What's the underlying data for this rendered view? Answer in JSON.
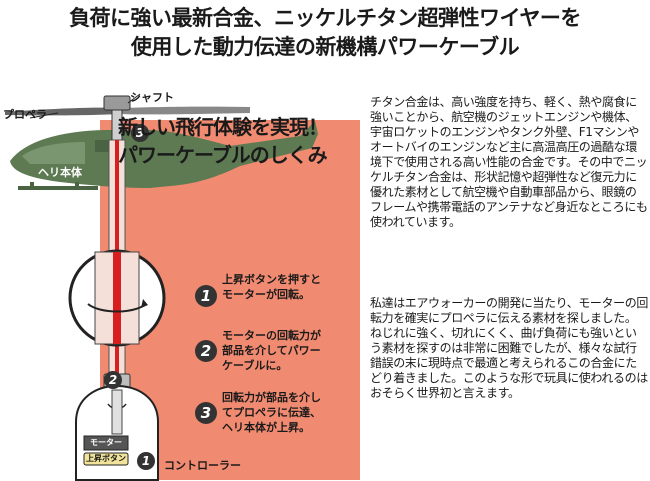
{
  "headline": {
    "line1": "負荷に強い最新合金、ニッケルチタン超弾性ワイヤーを",
    "line2": "使用した動力伝達の新機構パワーケーブル"
  },
  "diagram": {
    "labels": {
      "propeller": "プロペラ",
      "shaft": "シャフト",
      "body": "ヘリ本体",
      "motor": "モーター",
      "up_button": "上昇ボタン",
      "controller": "コントローラー"
    },
    "banner": {
      "line1": "新しい飛行体験を実現！",
      "line2": "パワーケーブルのしくみ"
    },
    "steps": [
      {
        "number": "1",
        "text": "上昇ボタンを押すと\nモーターが回転。"
      },
      {
        "number": "2",
        "text": "モーターの回転力が\n部品を介してパワー\nケーブルに。"
      },
      {
        "number": "3",
        "text": "回転力が部品を介し\nてプロペラに伝達、\nヘリ本体が上昇。"
      }
    ],
    "colors": {
      "salmon": "#f08a70",
      "helicopter": "#5d7a52",
      "cable_red": "#d81e1e",
      "dark": "#333333"
    },
    "icons": [
      "helicopter-illustration",
      "rotation-arrow-icon",
      "motor-icon",
      "controller-icon"
    ]
  },
  "paragraphs": {
    "p1": "チタン合金は、高い強度を持ち、軽く、熱や腐食に強いことから、航空機のジェットエンジンや機体、宇宙ロケットのエンジンやタンク外壁、F1マシンやオートバイのエンジンなど主に高温高圧の過酷な環境下で使用される高い性能の合金です。その中でニッケルチタン合金は、形状記憶や超弾性など復元力に優れた素材として航空機や自動車部品から、眼鏡のフレームや携帯電話のアンテナなど身近なところにも使われています。",
    "p2": "私達はエアウォーカーの開発に当たり、モーターの回転力を確実にプロペラに伝える素材を探しました。ねじれに強く、切れにくく、曲げ負荷にも強いという素材を探すのは非常に困難でしたが、様々な試行錯誤の末に現時点で最適と考えられるこの合金にたどり着きました。このような形で玩具に使われるのはおそらく世界初と言えます。"
  }
}
